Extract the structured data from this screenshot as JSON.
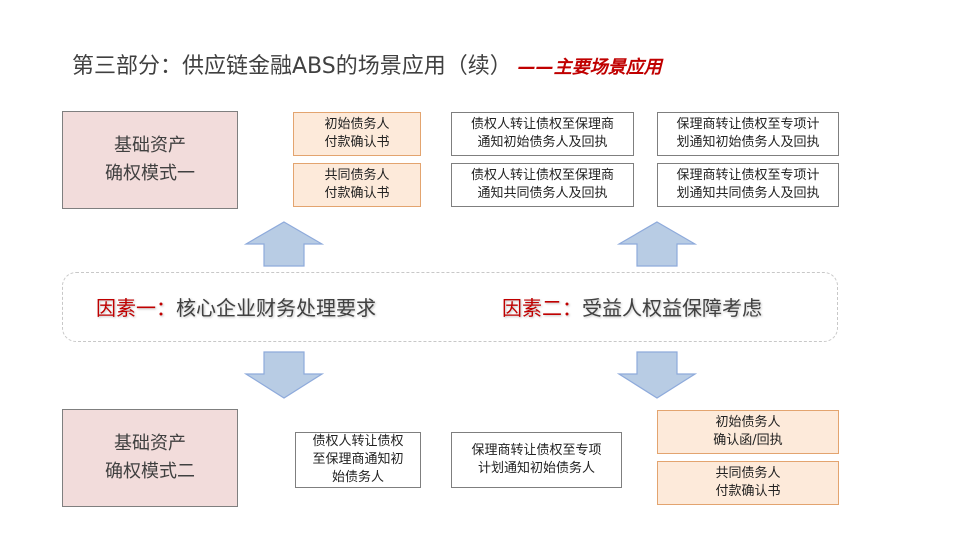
{
  "title": {
    "main": "第三部分：供应链金融ABS的场景应用（续）",
    "sub": "——主要场景应用"
  },
  "colors": {
    "title_accent": "#c00000",
    "mode_fill": "#f2dcdb",
    "peach_fill": "#fdeada",
    "arrow_fill": "#b8cce4",
    "arrow_stroke": "#8eaadb"
  },
  "mode_one": {
    "label": "基础资产\n确权模式一",
    "docs_col1": [
      "初始债务人\n付款确认书",
      "共同债务人\n付款确认书"
    ],
    "docs_col2": [
      "债权人转让债权至保理商\n通知初始债务人及回执",
      "债权人转让债权至保理商\n通知共同债务人及回执"
    ],
    "docs_col3": [
      "保理商转让债权至专项计\n划通知初始债务人及回执",
      "保理商转让债权至专项计\n划通知共同债务人及回执"
    ]
  },
  "factors": {
    "one_label": "因素一：",
    "one_text": "核心企业财务处理要求",
    "two_label": "因素二：",
    "two_text": "受益人权益保障考虑"
  },
  "mode_two": {
    "label": "基础资产\n确权模式二",
    "doc1": "债权人转让债权\n至保理商通知初\n始债务人",
    "doc2": "保理商转让债权至专项\n计划通知初始债务人",
    "docs_col3": [
      "初始债务人\n确认函/回执",
      "共同债务人\n付款确认书"
    ]
  }
}
